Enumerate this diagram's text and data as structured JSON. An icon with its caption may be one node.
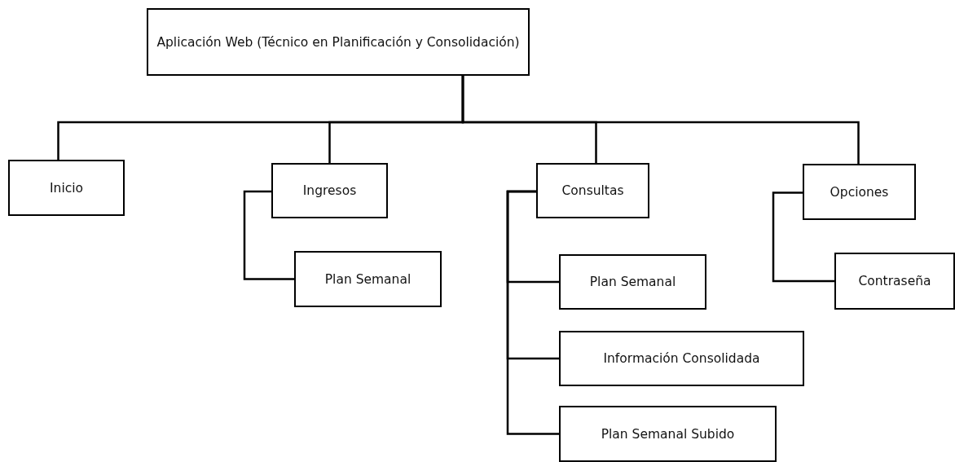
{
  "diagram": {
    "nodes": [
      {
        "text": [
          "Aplicación Web (Técnico en Planificación y Consolidación)"
        ]
      },
      {
        "text": [
          "Inicio"
        ]
      },
      {
        "text": [
          "Ingresos"
        ]
      },
      {
        "text": [
          "Plan Semanal"
        ]
      },
      {
        "text": [
          "Consultas"
        ]
      },
      {
        "text": [
          "Plan Semanal"
        ]
      },
      {
        "text": [
          "Información Consolidada"
        ]
      },
      {
        "text": [
          "Plan Semanal Subido"
        ]
      },
      {
        "text": [
          "Opciones"
        ]
      },
      {
        "text": [
          "Contraseña"
        ]
      }
    ],
    "edges": [
      {
        "from": 0,
        "to": 1,
        "arrow": "none"
      },
      {
        "from": 0,
        "to": 2,
        "arrow": "none"
      },
      {
        "from": 0,
        "to": 4,
        "arrow": "none"
      },
      {
        "from": 0,
        "to": 8,
        "arrow": "none"
      },
      {
        "from": 2,
        "to": 3,
        "arrow": "none"
      },
      {
        "from": 4,
        "to": 5,
        "arrow": "none"
      },
      {
        "from": 4,
        "to": 6,
        "arrow": "none"
      },
      {
        "from": 4,
        "to": 7,
        "arrow": "none"
      },
      {
        "from": 8,
        "to": 9,
        "arrow": "none"
      }
    ]
  }
}
